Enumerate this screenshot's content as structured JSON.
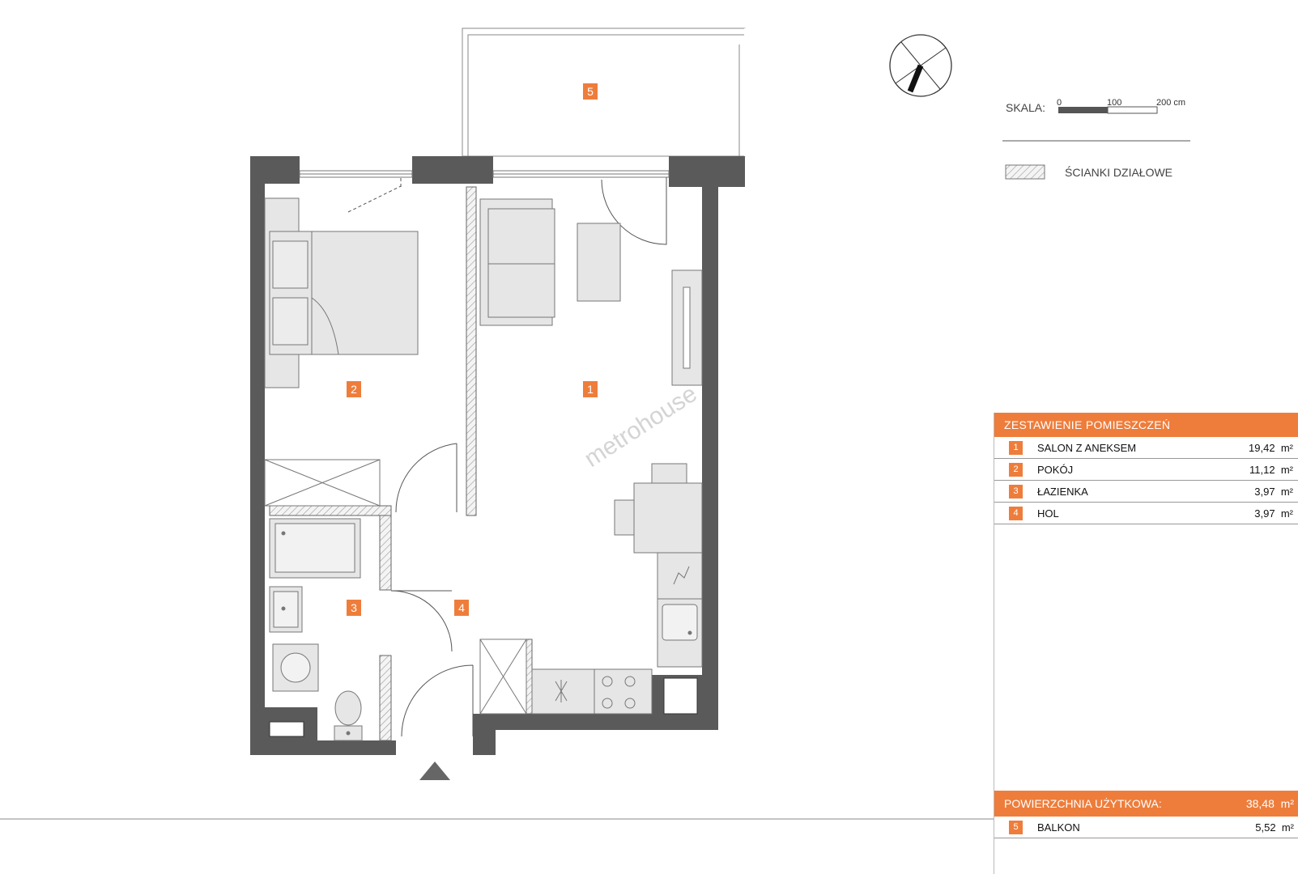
{
  "scale": {
    "label": "SKALA:",
    "ticks": [
      "0",
      "100",
      "200 cm"
    ]
  },
  "legend": {
    "partition_label": "ŚCIANKI DZIAŁOWE"
  },
  "watermark": "metrohouse",
  "plan_labels": [
    "1",
    "2",
    "3",
    "4",
    "5"
  ],
  "colors": {
    "accent": "#ee7d3b",
    "wall": "#5a5a5a",
    "furniture": "#e6e6e6"
  },
  "rooms_panel": {
    "title": "ZESTAWIENIE POMIESZCZEŃ",
    "rooms": [
      {
        "no": "1",
        "name": "SALON Z ANEKSEM",
        "area": "19,42",
        "unit": "m²"
      },
      {
        "no": "2",
        "name": "POKÓJ",
        "area": "11,12",
        "unit": "m²"
      },
      {
        "no": "3",
        "name": "ŁAZIENKA",
        "area": "3,97",
        "unit": "m²"
      },
      {
        "no": "4",
        "name": "HOL",
        "area": "3,97",
        "unit": "m²"
      }
    ],
    "total_label": "POWIERZCHNIA UŻYTKOWA:",
    "total_value": "38,48",
    "total_unit": "m²",
    "balcony": {
      "no": "5",
      "name": "BALKON",
      "area": "5,52",
      "unit": "m²"
    }
  }
}
